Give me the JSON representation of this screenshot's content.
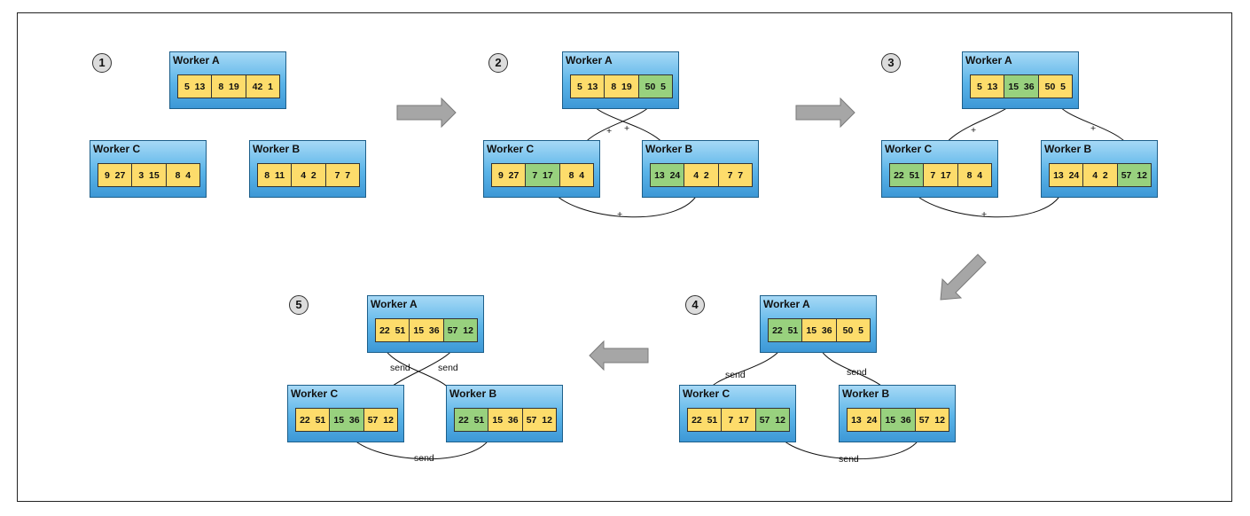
{
  "steps": [
    "1",
    "2",
    "3",
    "4",
    "5"
  ],
  "colors": {
    "yellow": "#fddc6b",
    "green": "#98d17e",
    "worker_bg": "#5ab4e8",
    "arrow": "#a6a6a6"
  },
  "panels": [
    {
      "step": "1",
      "workers": [
        {
          "id": "A",
          "title": "Worker A",
          "cells": [
            {
              "text": "5  13",
              "color": "yellow"
            },
            {
              "text": "8  19",
              "color": "yellow"
            },
            {
              "text": "42  1",
              "color": "yellow"
            }
          ]
        },
        {
          "id": "C",
          "title": "Worker C",
          "cells": [
            {
              "text": "9  27",
              "color": "yellow"
            },
            {
              "text": "3  15",
              "color": "yellow"
            },
            {
              "text": "8  4",
              "color": "yellow"
            }
          ]
        },
        {
          "id": "B",
          "title": "Worker B",
          "cells": [
            {
              "text": "8  11",
              "color": "yellow"
            },
            {
              "text": "4  2",
              "color": "yellow"
            },
            {
              "text": "7  7",
              "color": "yellow"
            }
          ]
        }
      ],
      "edge_labels": []
    },
    {
      "step": "2",
      "workers": [
        {
          "id": "A",
          "title": "Worker A",
          "cells": [
            {
              "text": "5  13",
              "color": "yellow"
            },
            {
              "text": "8  19",
              "color": "yellow"
            },
            {
              "text": "50  5",
              "color": "green"
            }
          ]
        },
        {
          "id": "C",
          "title": "Worker C",
          "cells": [
            {
              "text": "9  27",
              "color": "yellow"
            },
            {
              "text": "7  17",
              "color": "green"
            },
            {
              "text": "8  4",
              "color": "yellow"
            }
          ]
        },
        {
          "id": "B",
          "title": "Worker B",
          "cells": [
            {
              "text": "13  24",
              "color": "green"
            },
            {
              "text": "4  2",
              "color": "yellow"
            },
            {
              "text": "7  7",
              "color": "yellow"
            }
          ]
        }
      ],
      "edge_labels": [
        "+",
        "+",
        "+"
      ]
    },
    {
      "step": "3",
      "workers": [
        {
          "id": "A",
          "title": "Worker A",
          "cells": [
            {
              "text": "5  13",
              "color": "yellow"
            },
            {
              "text": "15  36",
              "color": "green"
            },
            {
              "text": "50  5",
              "color": "yellow"
            }
          ]
        },
        {
          "id": "C",
          "title": "Worker C",
          "cells": [
            {
              "text": "22  51",
              "color": "green"
            },
            {
              "text": "7  17",
              "color": "yellow"
            },
            {
              "text": "8  4",
              "color": "yellow"
            }
          ]
        },
        {
          "id": "B",
          "title": "Worker B",
          "cells": [
            {
              "text": "13  24",
              "color": "yellow"
            },
            {
              "text": "4  2",
              "color": "yellow"
            },
            {
              "text": "57  12",
              "color": "green"
            }
          ]
        }
      ],
      "edge_labels": [
        "+",
        "+",
        "+"
      ]
    },
    {
      "step": "4",
      "workers": [
        {
          "id": "A",
          "title": "Worker A",
          "cells": [
            {
              "text": "22  51",
              "color": "green"
            },
            {
              "text": "15  36",
              "color": "yellow"
            },
            {
              "text": "50  5",
              "color": "yellow"
            }
          ]
        },
        {
          "id": "C",
          "title": "Worker C",
          "cells": [
            {
              "text": "22  51",
              "color": "yellow"
            },
            {
              "text": "7  17",
              "color": "yellow"
            },
            {
              "text": "57  12",
              "color": "green"
            }
          ]
        },
        {
          "id": "B",
          "title": "Worker B",
          "cells": [
            {
              "text": "13  24",
              "color": "yellow"
            },
            {
              "text": "15  36",
              "color": "green"
            },
            {
              "text": "57  12",
              "color": "yellow"
            }
          ]
        }
      ],
      "edge_labels": [
        "send",
        "send",
        "send"
      ]
    },
    {
      "step": "5",
      "workers": [
        {
          "id": "A",
          "title": "Worker A",
          "cells": [
            {
              "text": "22  51",
              "color": "yellow"
            },
            {
              "text": "15  36",
              "color": "yellow"
            },
            {
              "text": "57  12",
              "color": "green"
            }
          ]
        },
        {
          "id": "C",
          "title": "Worker C",
          "cells": [
            {
              "text": "22  51",
              "color": "yellow"
            },
            {
              "text": "15  36",
              "color": "green"
            },
            {
              "text": "57  12",
              "color": "yellow"
            }
          ]
        },
        {
          "id": "B",
          "title": "Worker B",
          "cells": [
            {
              "text": "22  51",
              "color": "green"
            },
            {
              "text": "15  36",
              "color": "yellow"
            },
            {
              "text": "57  12",
              "color": "yellow"
            }
          ]
        }
      ],
      "edge_labels": [
        "send",
        "send",
        "send"
      ]
    }
  ]
}
